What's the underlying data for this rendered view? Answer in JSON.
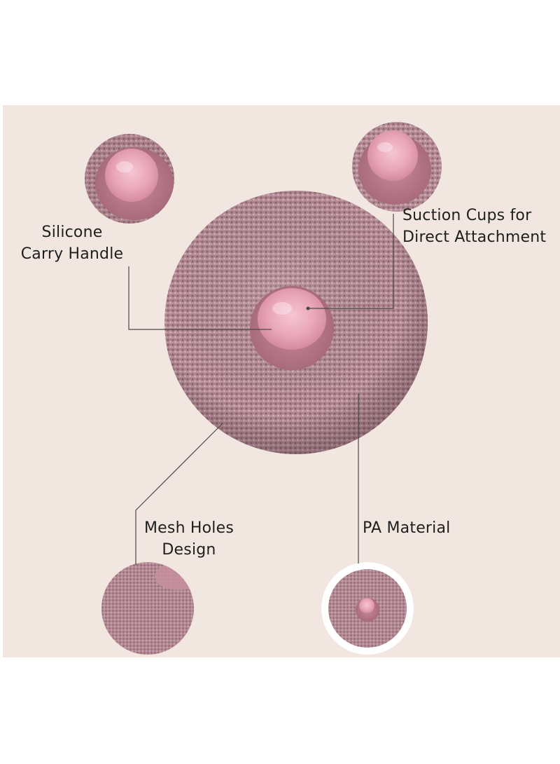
{
  "image": {
    "subject": "pink round PA mesh bath sponge with silicone suction cup handle",
    "colors": {
      "background_panel": "#f1e7e0",
      "sponge_pink": "#b98f99",
      "handle_pink": "#e7a6ba",
      "callout_line": "#4a4a4a",
      "text": "#1e1e1e"
    },
    "callouts": [
      {
        "id": "silicone",
        "text": "Silicone\nCarry Handle"
      },
      {
        "id": "suction",
        "text": "Suction Cups for\nDirect Attachment"
      },
      {
        "id": "mesh",
        "text": "Mesh Holes\nDesign"
      },
      {
        "id": "material",
        "text": "PA Material"
      }
    ]
  }
}
